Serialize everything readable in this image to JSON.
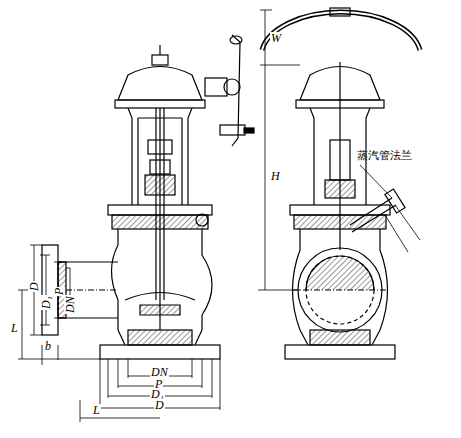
{
  "diagram": {
    "labels": [
      "W",
      "H",
      "蒸汽管法兰",
      "D",
      "D₁",
      "P",
      "DN",
      "L",
      "b",
      "DN",
      "P",
      "D₁",
      "D",
      "L"
    ]
  }
}
